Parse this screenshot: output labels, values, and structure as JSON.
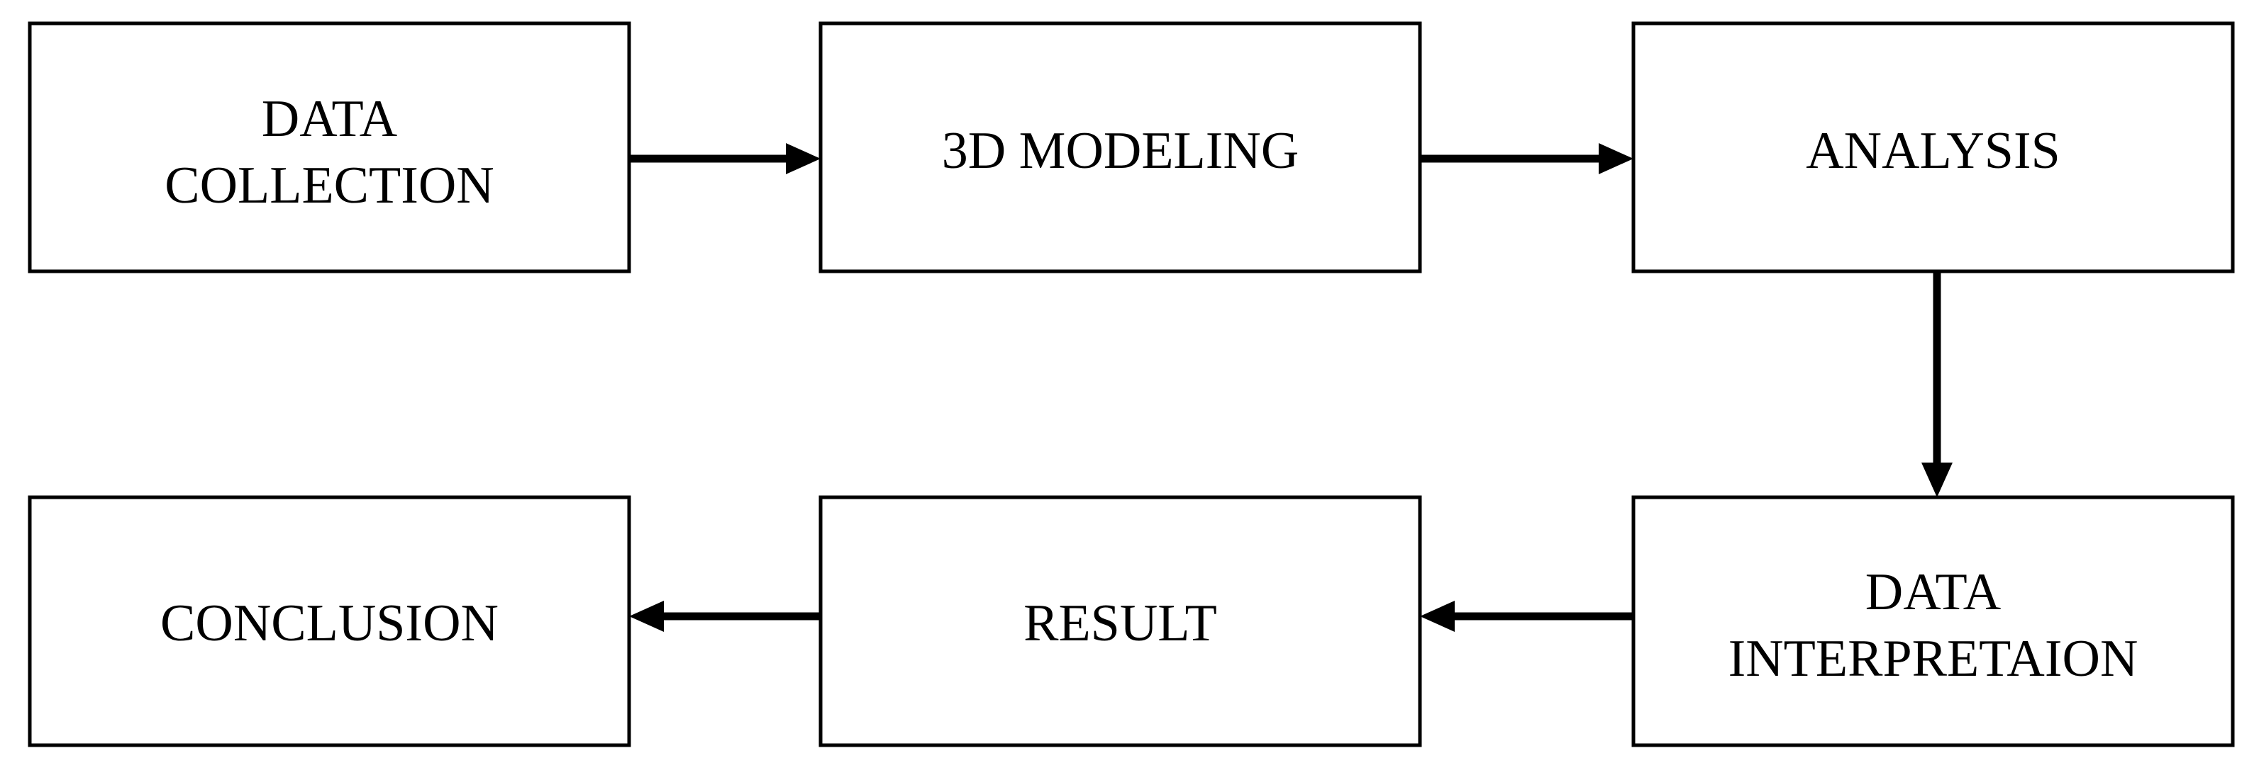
{
  "diagram": {
    "nodes": [
      {
        "id": "data_collection",
        "lines": [
          "DATA",
          "COLLECTION"
        ]
      },
      {
        "id": "modeling_3d",
        "lines": [
          "3D MODELING"
        ]
      },
      {
        "id": "analysis",
        "lines": [
          "ANALYSIS"
        ]
      },
      {
        "id": "data_interpretation",
        "lines": [
          "DATA",
          "INTERPRETAION"
        ]
      },
      {
        "id": "result",
        "lines": [
          "RESULT"
        ]
      },
      {
        "id": "conclusion",
        "lines": [
          "CONCLUSION"
        ]
      }
    ],
    "edges": [
      {
        "from": "data_collection",
        "to": "modeling_3d"
      },
      {
        "from": "modeling_3d",
        "to": "analysis"
      },
      {
        "from": "analysis",
        "to": "data_interpretation"
      },
      {
        "from": "data_interpretation",
        "to": "result"
      },
      {
        "from": "result",
        "to": "conclusion"
      }
    ],
    "colors": {
      "stroke": "#000000",
      "fill": "#ffffff",
      "text": "#000000"
    }
  }
}
